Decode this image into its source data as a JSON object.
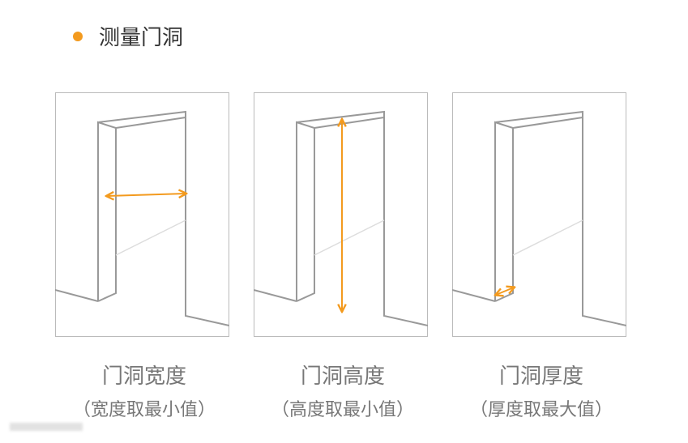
{
  "title": "测量门洞",
  "accent": "#f39a1e",
  "panels": [
    {
      "caption": "门洞宽度",
      "note": "（宽度取最小值）",
      "measure": "width"
    },
    {
      "caption": "门洞高度",
      "note": "（高度取最小值）",
      "measure": "height"
    },
    {
      "caption": "门洞厚度",
      "note": "（厚度取最大值）",
      "measure": "thickness"
    }
  ]
}
